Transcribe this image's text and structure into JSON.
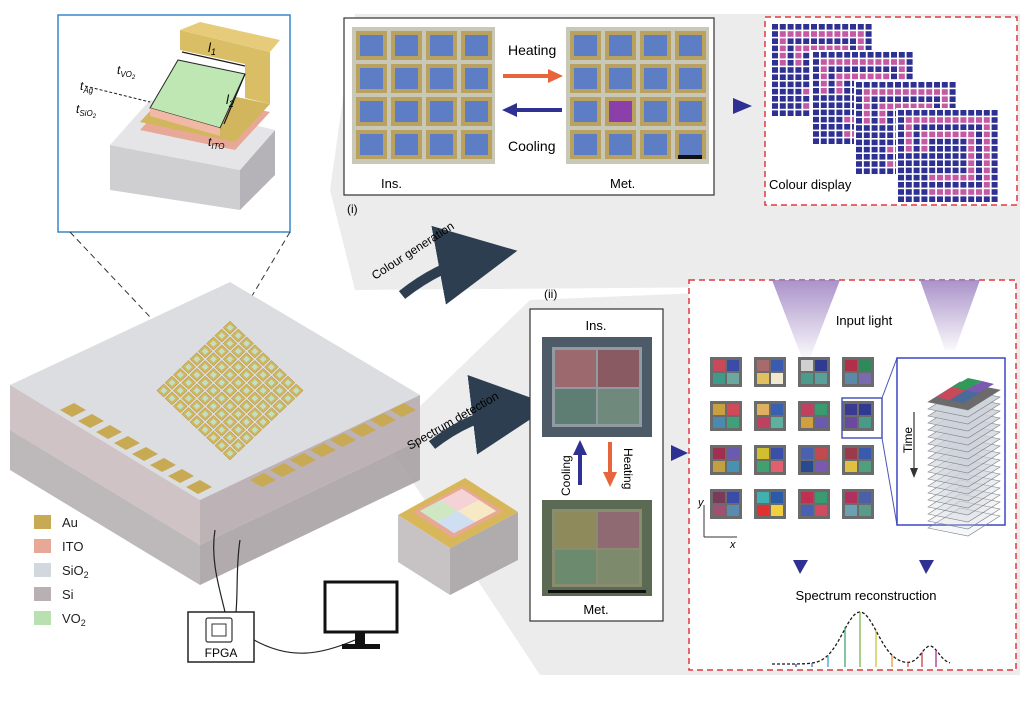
{
  "inset": {
    "l1": "l",
    "l1_sub": "1",
    "l2": "l",
    "l2_sub": "2",
    "t_vo2": "t",
    "t_vo2_sub": "VO",
    "t_vo2_sub2": "2",
    "t_ag": "t",
    "t_ag_sub": "Ag",
    "t_sio2": "t",
    "t_sio2_sub": "SiO",
    "t_sio2_sub2": "2",
    "t_ito": "t",
    "t_ito_sub": "ITO"
  },
  "panel_i": {
    "heating": "Heating",
    "cooling": "Cooling",
    "ins": "Ins.",
    "met": "Met.",
    "label": "(i)",
    "colour_display": "Colour display",
    "colour_generation": "Colour generation"
  },
  "panel_ii": {
    "label": "(ii)",
    "ins": "Ins.",
    "met": "Met.",
    "cooling": "Cooling",
    "heating": "Heating",
    "spectrum_detection": "Spectrum detection",
    "input_light": "Input light",
    "time": "Time",
    "axis_y": "y",
    "axis_x": "x",
    "spectrum_reconstruction": "Spectrum reconstruction"
  },
  "legend": [
    {
      "label": "Au",
      "sub": "",
      "color": "#c8aa55"
    },
    {
      "label": "ITO",
      "sub": "",
      "color": "#e8a898"
    },
    {
      "label": "SiO",
      "sub": "2",
      "color": "#d3d8de"
    },
    {
      "label": "Si",
      "sub": "",
      "color": "#b9b0b3"
    },
    {
      "label": "VO",
      "sub": "2",
      "color": "#b8e0b0"
    }
  ],
  "fpga": "FPGA",
  "colors": {
    "gold": "#d2b65e",
    "gold_dark": "#a98a35",
    "navy": "#2e3192",
    "orange": "#e8643c",
    "arrow_dark": "#2c3e50",
    "magenta": "#b04c9c",
    "panel_grey": "#ececec",
    "dashed_red": "#e0393e",
    "inset_blue": "#3a86c8"
  }
}
